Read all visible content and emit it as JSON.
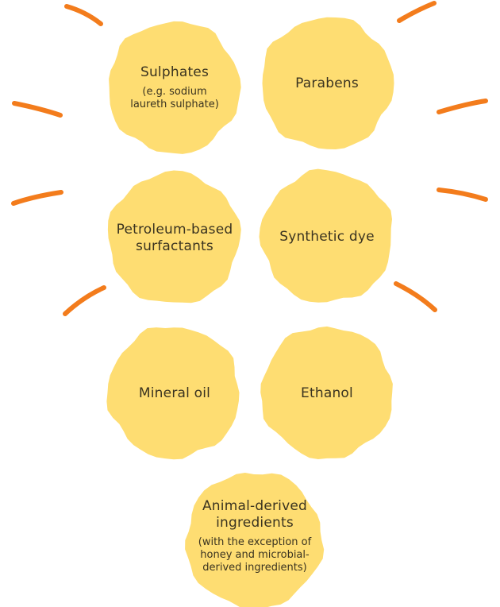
{
  "colors": {
    "blob_fill": "#fedd72",
    "ray_stroke": "#f37c1c",
    "text": "#3a3320"
  },
  "items": [
    {
      "label": "Sulphates",
      "note": "(e.g. sodium laureth sulphate)"
    },
    {
      "label": "Parabens",
      "note": ""
    },
    {
      "label": "Petroleum-based surfactants",
      "note": ""
    },
    {
      "label": "Synthetic dye",
      "note": ""
    },
    {
      "label": "Mineral oil",
      "note": ""
    },
    {
      "label": "Ethanol",
      "note": ""
    },
    {
      "label": "Animal-derived ingredients",
      "note": "(with the exception of honey and microbial-derived ingredients)"
    }
  ]
}
